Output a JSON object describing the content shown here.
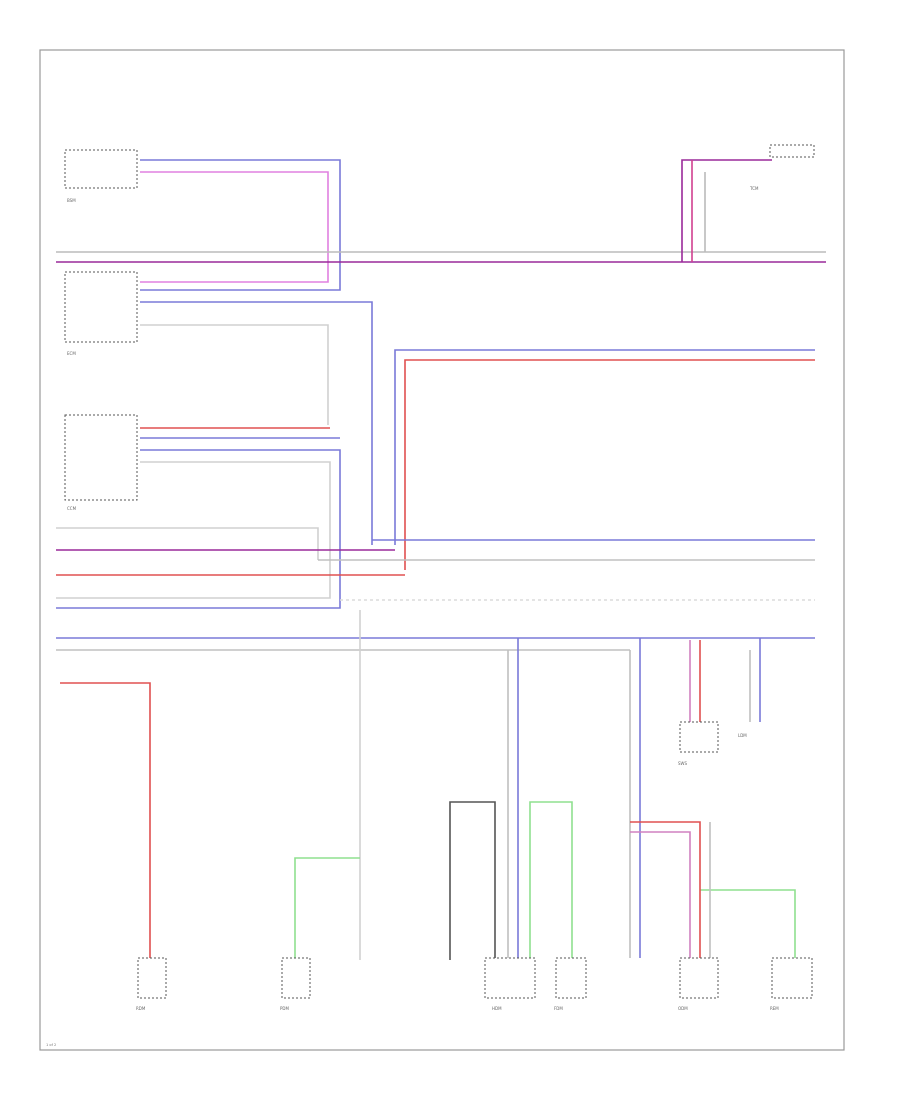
{
  "page_label": "1 of 2",
  "components": [
    {
      "id": "bsm",
      "caption": "BSM"
    },
    {
      "id": "ecm",
      "caption": "ECM"
    },
    {
      "id": "ccm",
      "caption": "CCM"
    },
    {
      "id": "tcm",
      "caption": "TCM"
    },
    {
      "id": "sws",
      "caption": "SWS"
    },
    {
      "id": "ldm",
      "caption": "LDM"
    },
    {
      "id": "rdm",
      "caption": "RDM"
    },
    {
      "id": "pdm",
      "caption": "PDM"
    },
    {
      "id": "hdm",
      "caption": "HDM"
    },
    {
      "id": "fdm",
      "caption": "FDM"
    },
    {
      "id": "odm",
      "caption": "ODM"
    },
    {
      "id": "rem",
      "caption": "REM"
    }
  ]
}
